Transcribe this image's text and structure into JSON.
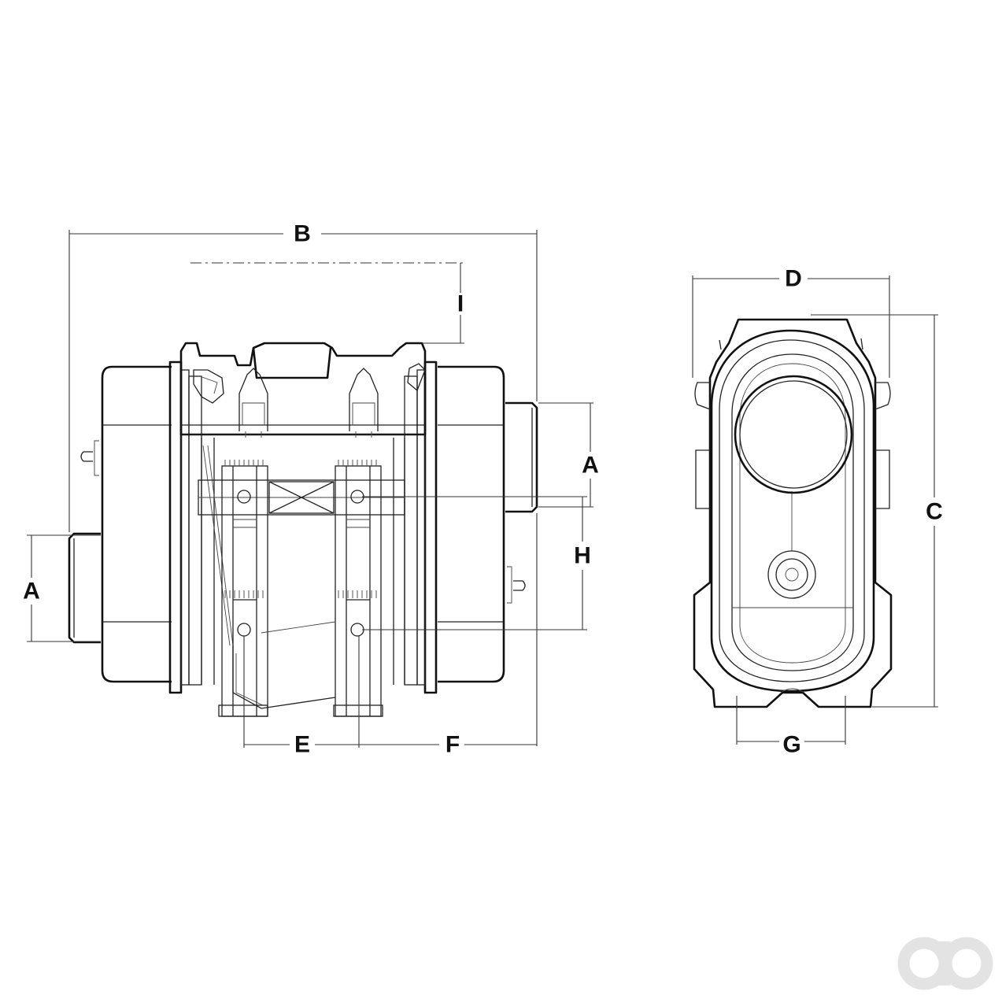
{
  "dimension_labels": {
    "a_left": "A",
    "a_right": "A",
    "b": "B",
    "c": "C",
    "d": "D",
    "e": "E",
    "f": "F",
    "g": "G",
    "h": "H",
    "i": "I"
  },
  "colors": {
    "line": "#111111",
    "background": "#ffffff",
    "watermark": "#e3e3e3"
  }
}
